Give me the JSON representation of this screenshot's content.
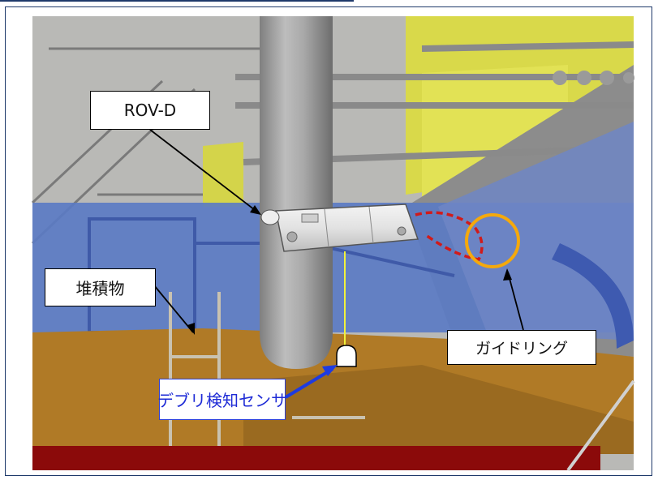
{
  "labels": {
    "rov": "ROV-D",
    "sediment": "堆積物",
    "guide_ring": "ガイドリング",
    "debris_sensor": "デブリ検知センサ"
  },
  "colors": {
    "sediment_fill": "#b07a26",
    "water_fill": "#5a7ac4",
    "guide_ring": "#f5a90c",
    "tether_path": "#d11a1a",
    "sensor_arrow": "#1e3be0",
    "sensor_cable": "#f2f23a",
    "floor_band": "#8b0a0a"
  }
}
